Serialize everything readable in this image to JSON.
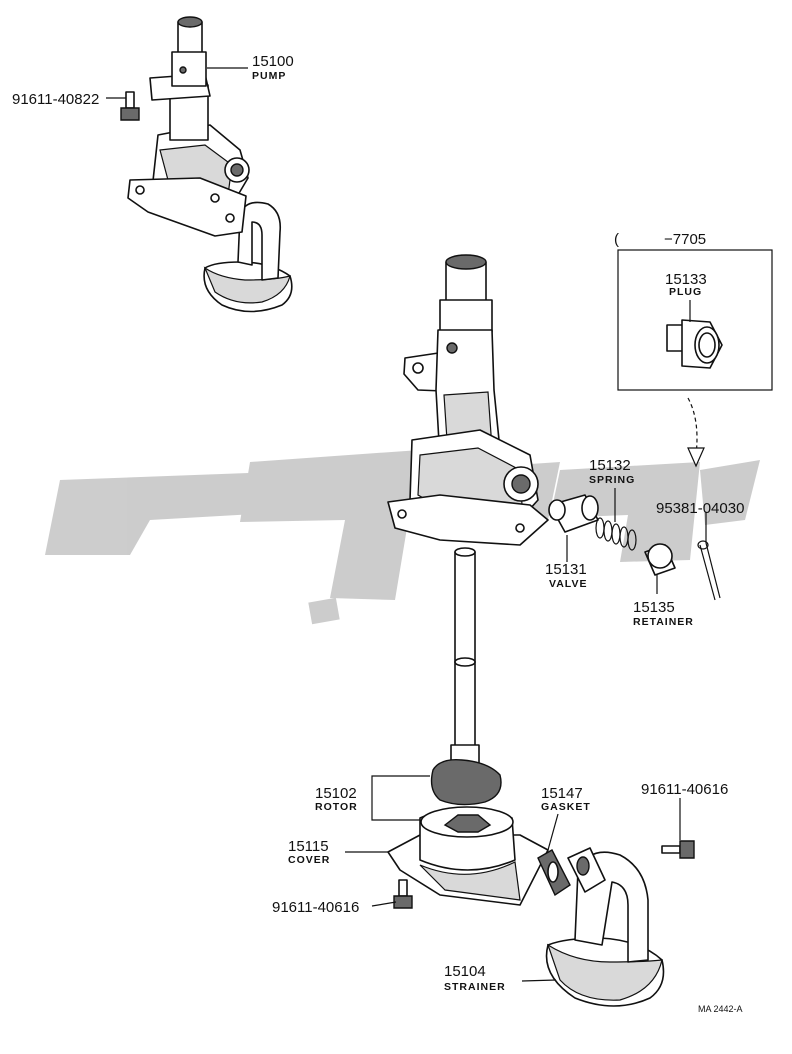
{
  "diagram_ref": "MA 2442-A",
  "watermark_color": "#c4c4c4",
  "date_range_label": "−7705",
  "parts": [
    {
      "id": "pump",
      "number": "15100",
      "name": "PUMP"
    },
    {
      "id": "bolt_upper",
      "number": "91611-40822",
      "name": ""
    },
    {
      "id": "plug",
      "number": "15133",
      "name": "PLUG"
    },
    {
      "id": "spring",
      "number": "15132",
      "name": "SPRING"
    },
    {
      "id": "cotter_pin",
      "number": "95381-04030",
      "name": ""
    },
    {
      "id": "valve",
      "number": "15131",
      "name": "VALVE"
    },
    {
      "id": "retainer",
      "number": "15135",
      "name": "RETAINER"
    },
    {
      "id": "rotor",
      "number": "15102",
      "name": "ROTOR"
    },
    {
      "id": "gasket",
      "number": "15147",
      "name": "GASKET"
    },
    {
      "id": "bolt_right",
      "number": "91611-40616",
      "name": ""
    },
    {
      "id": "cover",
      "number": "15115",
      "name": "COVER"
    },
    {
      "id": "bolt_lower",
      "number": "91611-40616",
      "name": ""
    },
    {
      "id": "strainer",
      "number": "15104",
      "name": "STRAINER"
    }
  ]
}
